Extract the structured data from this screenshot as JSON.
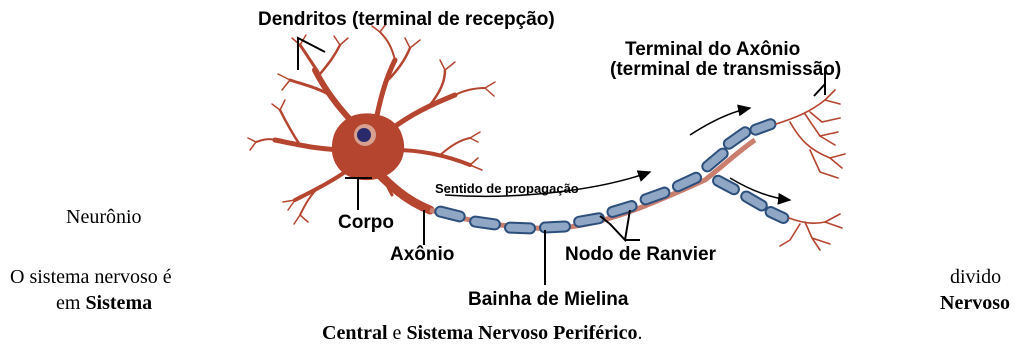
{
  "diagram": {
    "labels": {
      "dendritos": "Dendritos (terminal de recepção)",
      "terminal_line1": "Terminal do Axônio",
      "terminal_line2": "(terminal de transmissão)",
      "sentido": "Sentido de propagação",
      "corpo": "Corpo",
      "axonio": "Axônio",
      "nodo": "Nodo de Ranvier",
      "bainha": "Bainha de Mielina"
    },
    "colors": {
      "neuron": "#b5452f",
      "myelin_fill": "#8fa6c4",
      "myelin_edge": "#2c4f7c",
      "axon_core": "#c97e6e",
      "nucleus": "#2a2a6a"
    }
  },
  "text": {
    "neuronio": "Neurônio",
    "left_line1": "O sistema nervoso é",
    "left_line2_prefix": "em ",
    "left_line2_bold": "Sistema",
    "right_line1": "divido",
    "right_line2": "Nervoso",
    "bottom_bold1": "Central",
    "bottom_mid": " e ",
    "bottom_bold2": "Sistema Nervoso Periférico",
    "bottom_end": "."
  }
}
